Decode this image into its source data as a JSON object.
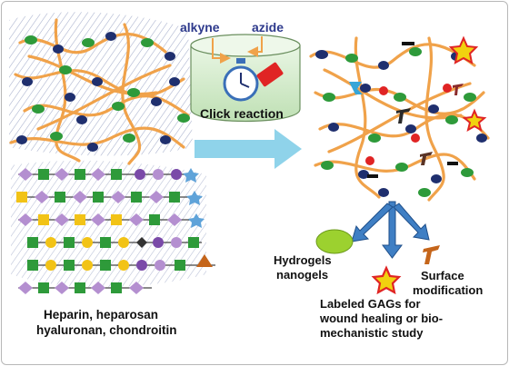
{
  "labels": {
    "alkyne": "alkyne",
    "azide": "azide",
    "click_reaction": "Click reaction",
    "source_line1": "Heparin, heparosan",
    "source_line2": "hyaluronan, chondroitin",
    "hydrogels_line1": "Hydrogels",
    "hydrogels_line2": "nanogels",
    "surface_line1": "Surface",
    "surface_line2": "modification",
    "labeled_line1": "Labeled GAGs for",
    "labeled_line2": "wound healing or bio-",
    "labeled_line3": "mechanistic study"
  },
  "colors": {
    "chain_orange": "#f0a24a",
    "bead_green": "#2e9a3a",
    "bead_navy": "#1f2f6e",
    "label_blue": "#2e3a8c",
    "arrow_cyan": "#8fd3ea",
    "arrow_blue": "#3f7fc4",
    "red": "#e02424",
    "star_yellow": "#f1d20f",
    "lilac": "#b48fd0"
  },
  "icons": [
    "stopwatch-icon",
    "star-icon",
    "hydrogel-blob-icon",
    "surface-tag-icon"
  ]
}
